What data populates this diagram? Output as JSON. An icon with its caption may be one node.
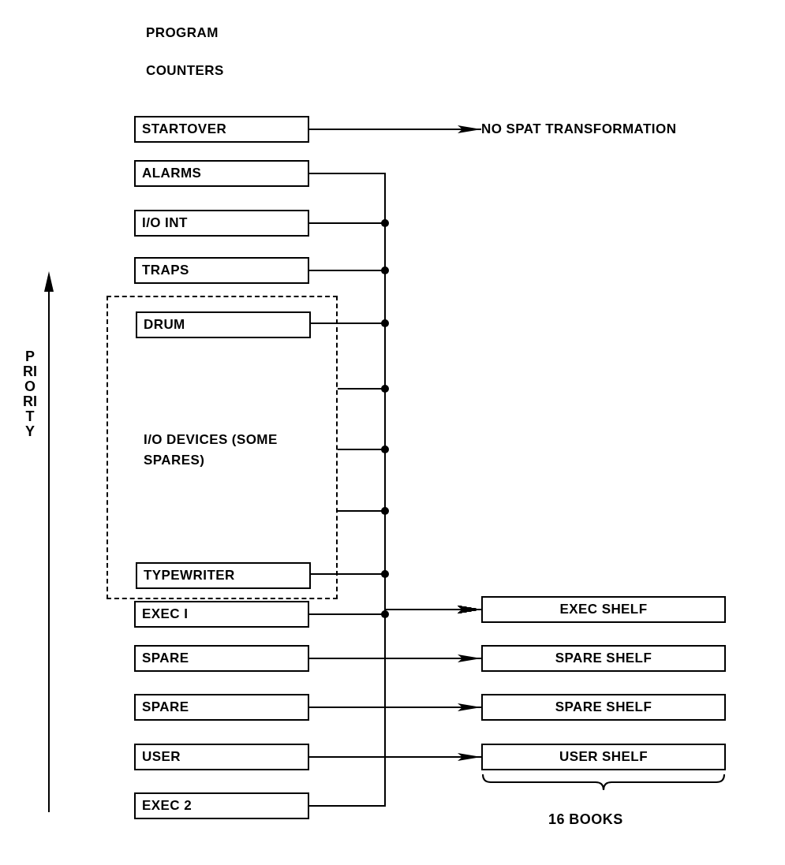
{
  "diagram": {
    "title": "PROGRAM COUNTERS",
    "nodes": [
      {
        "text": [
          "STARTOVER"
        ]
      },
      {
        "text": [
          "NO SPAT TRANSFORMATION"
        ]
      },
      {
        "text": [
          "ALARMS"
        ]
      },
      {
        "text": [
          "I/O INT"
        ]
      },
      {
        "text": [
          "TRAPS"
        ]
      },
      {
        "text": [
          "I/O DEVICES (SOME SPARES)"
        ]
      },
      {
        "text": [
          "DRUM"
        ],
        "in": 5
      },
      {
        "text": [
          "TYPEWRITER"
        ],
        "in": 5
      },
      {
        "text": [
          "EXEC I"
        ]
      },
      {
        "text": [
          "SPARE"
        ]
      },
      {
        "text": [
          "SPARE"
        ]
      },
      {
        "text": [
          "USER"
        ]
      },
      {
        "text": [
          "EXEC 2"
        ]
      },
      {
        "text": [
          "EXEC SHELF"
        ]
      },
      {
        "text": [
          "SPARE SHELF"
        ]
      },
      {
        "text": [
          "SPARE SHELF"
        ]
      },
      {
        "text": [
          "USER SHELF"
        ]
      }
    ],
    "edges": [
      {
        "from": 0,
        "to": 1,
        "arrow": "to"
      },
      {
        "from": 2,
        "to": 13,
        "arrow": "to"
      },
      {
        "from": 3,
        "to": 13,
        "arrow": "to"
      },
      {
        "from": 4,
        "to": 13,
        "arrow": "to"
      },
      {
        "from": 6,
        "to": 13,
        "arrow": "to"
      },
      {
        "from": 5,
        "to": 13,
        "arrow": "to"
      },
      {
        "from": 5,
        "to": 13,
        "arrow": "to"
      },
      {
        "from": 5,
        "to": 13,
        "arrow": "to"
      },
      {
        "from": 7,
        "to": 13,
        "arrow": "to"
      },
      {
        "from": 8,
        "to": 13,
        "arrow": "to"
      },
      {
        "from": 12,
        "to": 13,
        "arrow": "to"
      },
      {
        "from": 9,
        "to": 14,
        "arrow": "to"
      },
      {
        "from": 10,
        "to": 15,
        "arrow": "to"
      },
      {
        "from": 11,
        "to": 16,
        "arrow": "to"
      }
    ],
    "labels": [
      "PRIORITY",
      "16 BOOKS"
    ]
  }
}
